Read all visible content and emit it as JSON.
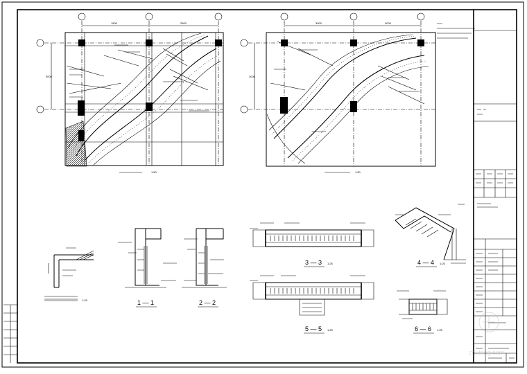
{
  "drawing": {
    "plan_left": {
      "title_dimensions": [
        "1500",
        "2500"
      ],
      "side_dimension": "3000",
      "caption": "",
      "scale": "1:50"
    },
    "plan_right": {
      "title_dimensions": [
        "3000",
        "3000"
      ],
      "side_dimension": "3000",
      "caption": "",
      "scale": "1:50"
    },
    "section_labels": {
      "s1": "1 — 1",
      "s2": "2 — 2",
      "s3": "3 — 3",
      "s4": "4 — 4",
      "s5": "5 — 5",
      "s6": "6 — 6"
    },
    "scale_suffix": "1:25",
    "detail_scale": "1:25"
  },
  "title_block": {
    "header_cols": [
      "",
      "",
      "",
      ""
    ],
    "watermark": "zhulong.com"
  },
  "colors": {
    "line": "#000000",
    "paper": "#ffffff",
    "watermark": "#b8b8b8"
  }
}
